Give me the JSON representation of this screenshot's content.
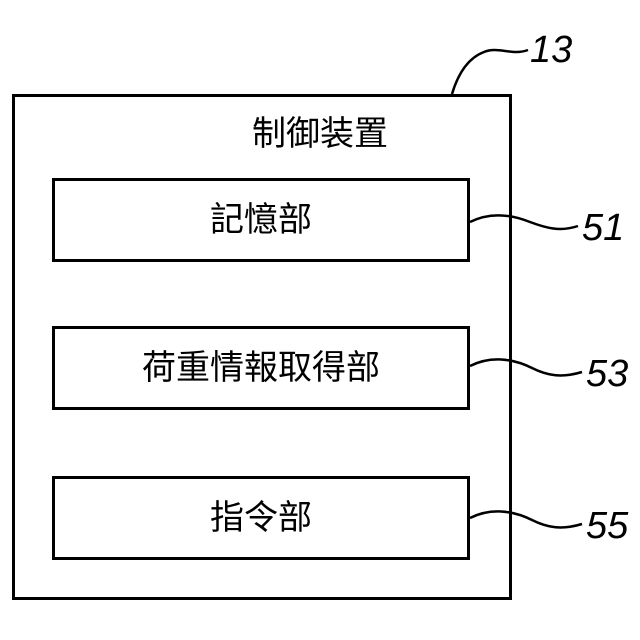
{
  "controller": {
    "label": "制御装置",
    "ref": "13"
  },
  "units": [
    {
      "label": "記憶部",
      "ref": "51"
    },
    {
      "label": "荷重情報取得部",
      "ref": "53"
    },
    {
      "label": "指令部",
      "ref": "55"
    }
  ]
}
